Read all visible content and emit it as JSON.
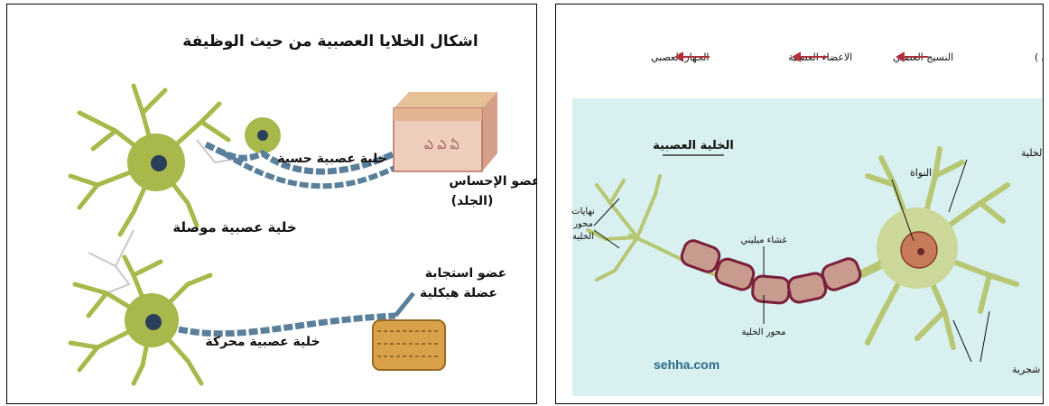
{
  "left": {
    "title": "اشكال الخلايا العصبية من حيث الوظيفة",
    "labels": {
      "sensory_cell": "خلية عصبية حسية",
      "sense_organ": "عضو الإحساس",
      "skin": "(الجلد)",
      "connector_cell": "خلية عصبية موصلة",
      "response_organ": "عضو استجابة",
      "skeletal_muscle": "عضلة هيكلية",
      "motor_cell": "خلية عصبية محركة"
    }
  },
  "right": {
    "hierarchy": [
      "الخلية العصبية (العصبون )",
      "النسيج العصبي",
      "الاعضاء العصبية",
      "الجهاز العصبي"
    ],
    "title": "الخلية العصبية",
    "labels": {
      "cell_body": "جسم الخلية",
      "nucleus": "النواة",
      "axon_endings": [
        "نهايات",
        "محور",
        "الخلية"
      ],
      "myelin": "غشاء ميليني",
      "axon": "محور الخلية",
      "dendrites": "تفرعات شجرية"
    },
    "watermark": "sehha.com"
  },
  "colors": {
    "neuron_green": "#a8b84a",
    "axon_blue": "#5a7f9a",
    "myelin_fill": "#c99a8e",
    "myelin_border": "#7a1f3a",
    "cyan_bg": "#d8f0f0",
    "arrow_red": "#b0303a"
  }
}
